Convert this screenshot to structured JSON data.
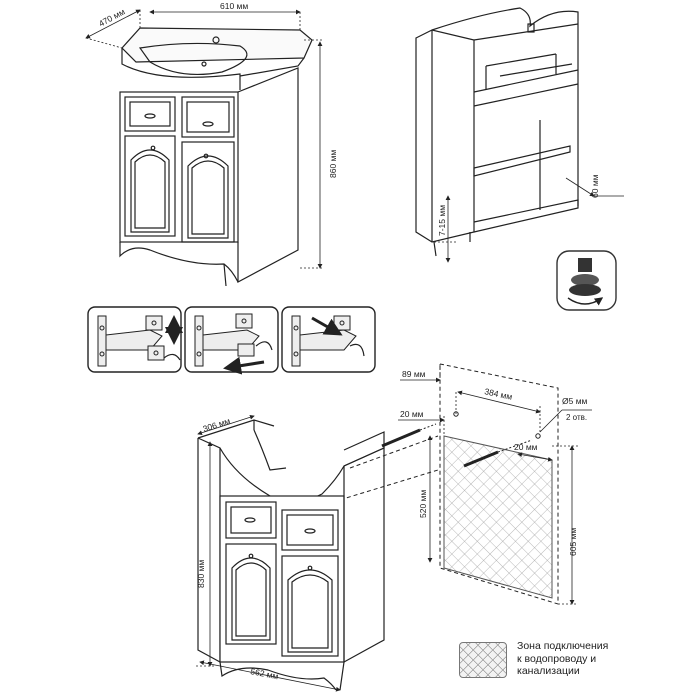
{
  "figure1": {
    "depth_label": "470 мм",
    "width_label": "610 мм",
    "height_label": "860 мм"
  },
  "figure2": {
    "leg_adjust_label": "7-15 мм",
    "side_offset_label": "60 мм"
  },
  "figure3": {
    "depth_label": "306 мм",
    "height_label": "830 мм",
    "width_label": "562 мм"
  },
  "wall": {
    "offset_left_label": "89 мм",
    "hole_spacing_label": "384 мм",
    "hole_diameter_label": "Ø5 мм",
    "hole_count_label": "2 отв.",
    "margin_left_label": "20 мм",
    "margin_right_label": "20 мм",
    "zone_height_label": "520 мм",
    "total_height_label": "605 мм"
  },
  "legend": {
    "line1": "Зона подключения",
    "line2": "к водопроводу и",
    "line3": "канализации"
  },
  "colors": {
    "line": "#222222",
    "hatch": "#9a9a9a",
    "dark_icon": "#333333"
  }
}
